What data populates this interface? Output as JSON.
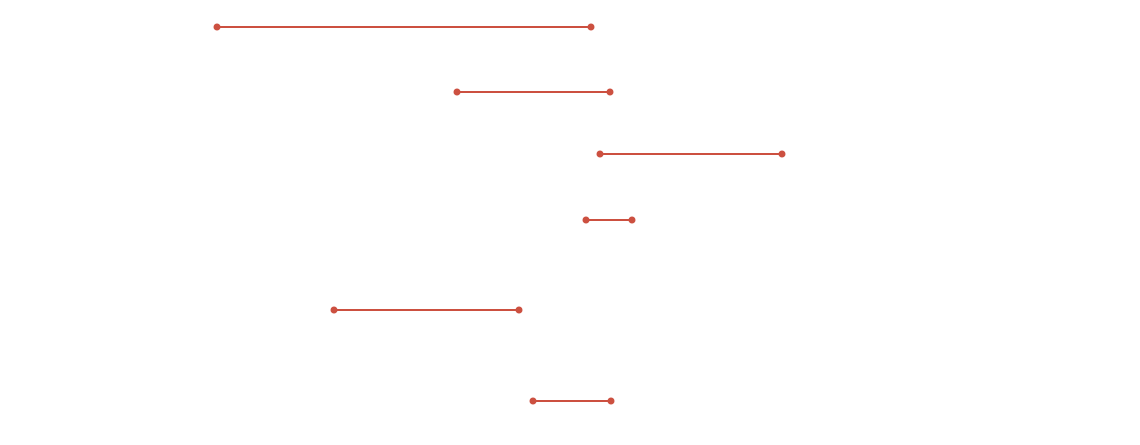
{
  "chart_data": {
    "type": "dumbbell",
    "series_color": "#cc5040",
    "rows": [
      {
        "start": 217,
        "end": 591
      },
      {
        "start": 457,
        "end": 610
      },
      {
        "start": 600,
        "end": 782
      },
      {
        "start": 586,
        "end": 632
      },
      {
        "start": 334,
        "end": 519
      },
      {
        "start": 533,
        "end": 611
      }
    ],
    "xlim": [
      0,
      1140
    ],
    "grid": false,
    "legend": "none"
  }
}
